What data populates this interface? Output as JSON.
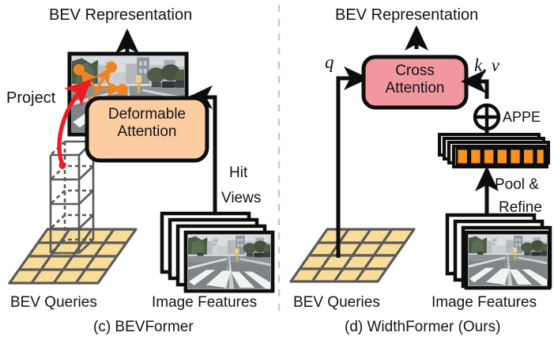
{
  "figure": {
    "divider": "vertical-dashed",
    "panels": [
      {
        "id": "c",
        "caption": "(c) BEVFormer",
        "top_label": "BEV Representation",
        "module_label_line1": "Deformable",
        "module_label_line2": "Attention",
        "module_color": "#fbcda1",
        "project_label": "Project",
        "hit_views_line1": "Hit",
        "hit_views_line2": "Views",
        "bev_queries_label": "BEV Queries",
        "image_features_label": "Image Features",
        "attention_point_count": 4,
        "column_cell_count": 4,
        "grid_rows": 4,
        "grid_cols": 4,
        "image_stack_count": 4
      },
      {
        "id": "d",
        "caption": "(d) WidthFormer (Ours)",
        "top_label": "BEV Representation",
        "module_label_line1": "Cross",
        "module_label_line2": "Attention",
        "module_color": "#f0989d",
        "query_symbol": "q",
        "keyvalue_symbol": "k, v",
        "appe_label": "APPE",
        "appe_operator": "⊕",
        "pool_refine_line1": "Pool &",
        "pool_refine_line2": "Refine",
        "bev_queries_label": "BEV Queries",
        "image_features_label": "Image Features",
        "token_count": 7,
        "token_color": "#f79225",
        "token_stack_count": 4,
        "grid_rows": 4,
        "grid_cols": 4,
        "image_stack_count": 4
      }
    ],
    "colors": {
      "bev_grid_fill": "#f8dc98",
      "bev_grid_stroke": "#5a5a5a",
      "stroke_black": "#0d0d0d",
      "project_arrow": "#ed1c24",
      "deform_arrow": "#f08322",
      "divider": "#c9c9c9"
    }
  }
}
